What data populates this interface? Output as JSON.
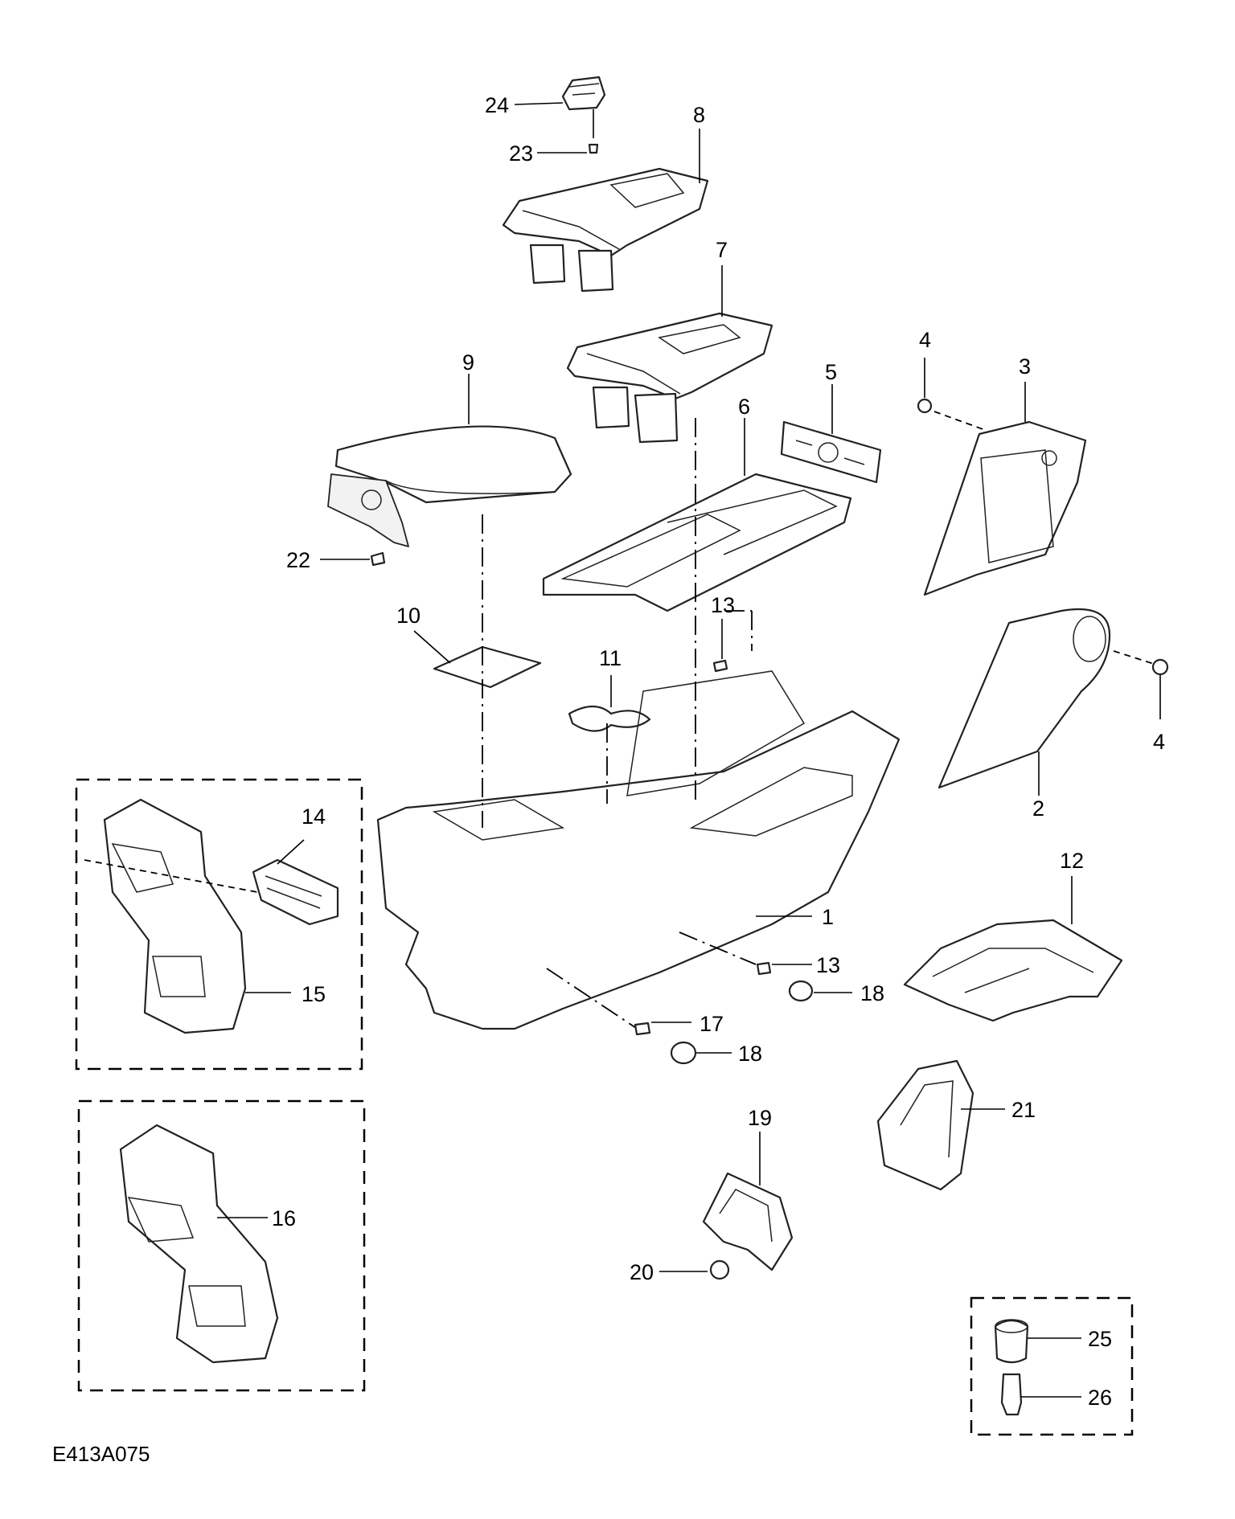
{
  "diagram_code": "E413A075",
  "callouts": {
    "c1": "1",
    "c2": "2",
    "c3": "3",
    "c4a": "4",
    "c4b": "4",
    "c5": "5",
    "c6": "6",
    "c7": "7",
    "c8": "8",
    "c9": "9",
    "c10": "10",
    "c11": "11",
    "c12": "12",
    "c13a": "13",
    "c13b": "13",
    "c14": "14",
    "c15": "15",
    "c16": "16",
    "c17": "17",
    "c18a": "18",
    "c18b": "18",
    "c19": "19",
    "c20": "20",
    "c21": "21",
    "c22": "22",
    "c23": "23",
    "c24": "24",
    "c25": "25",
    "c26": "26"
  }
}
